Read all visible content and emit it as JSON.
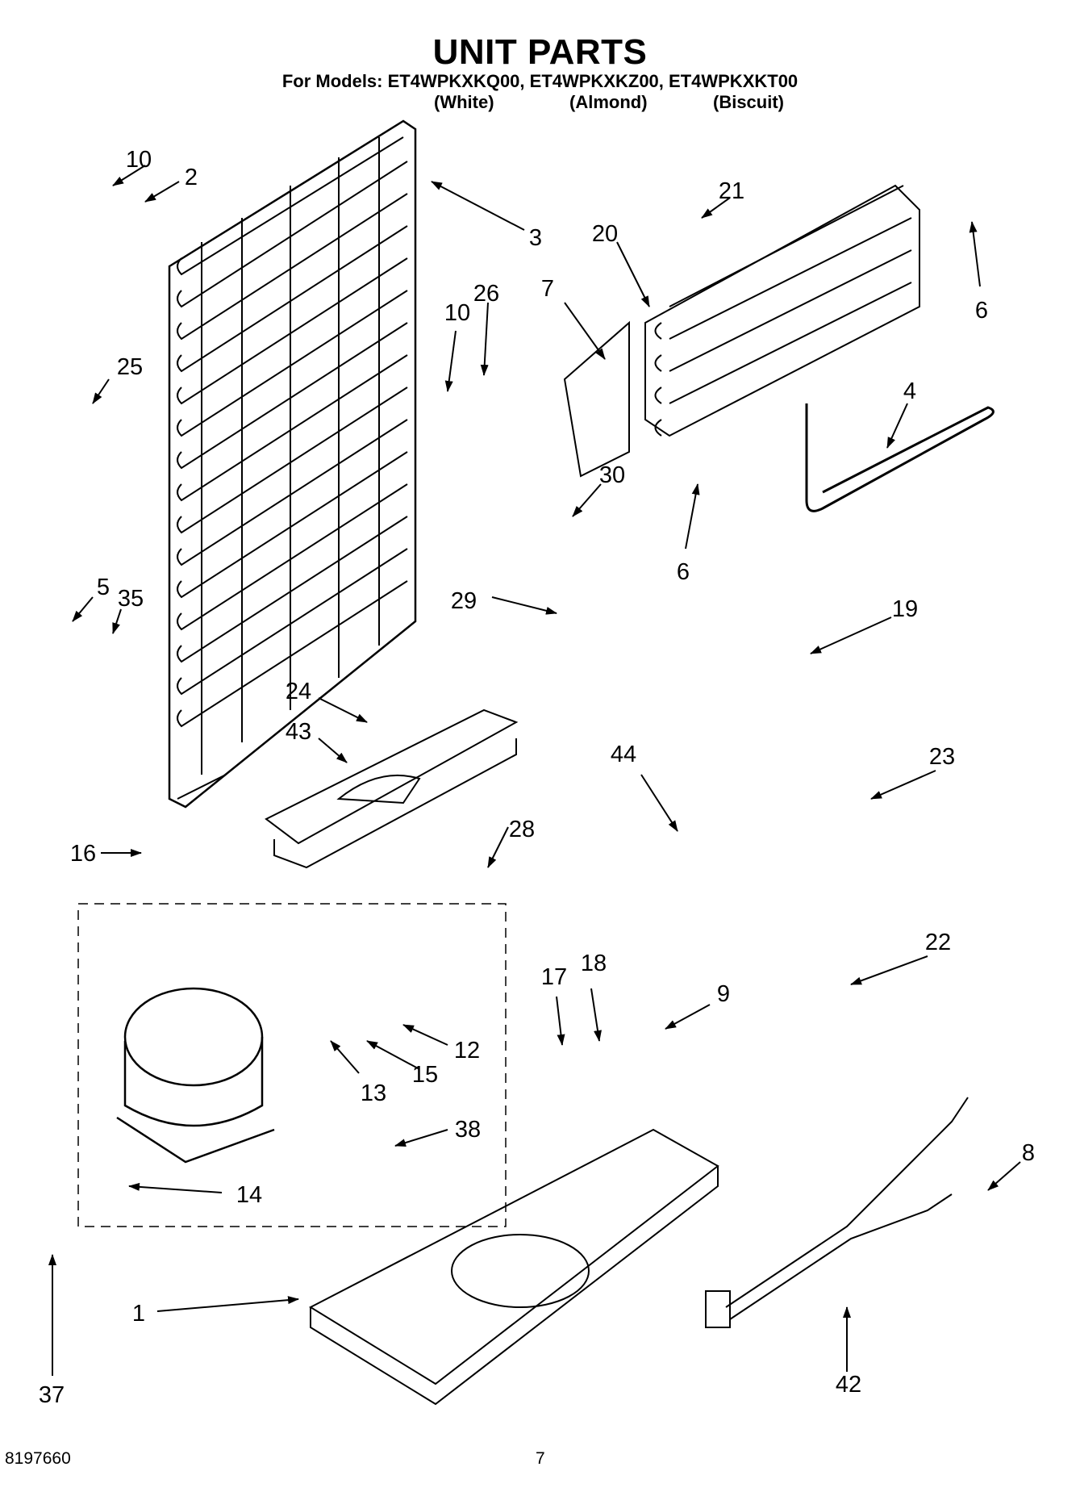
{
  "header": {
    "title": "UNIT PARTS",
    "subtitle": "For Models: ET4WPKXKQ00, ET4WPKXKZ00, ET4WPKXKT00",
    "variants": [
      "(White)",
      "(Almond)",
      "(Biscuit)"
    ]
  },
  "callouts": [
    "10",
    "2",
    "3",
    "21",
    "20",
    "6",
    "7",
    "10",
    "26",
    "25",
    "4",
    "30",
    "6",
    "5",
    "35",
    "29",
    "19",
    "24",
    "43",
    "44",
    "23",
    "16",
    "28",
    "22",
    "17",
    "18",
    "9",
    "12",
    "15",
    "13",
    "38",
    "8",
    "14",
    "37",
    "1",
    "42"
  ],
  "footer": {
    "doc_number": "8197660",
    "page_number": "7"
  }
}
